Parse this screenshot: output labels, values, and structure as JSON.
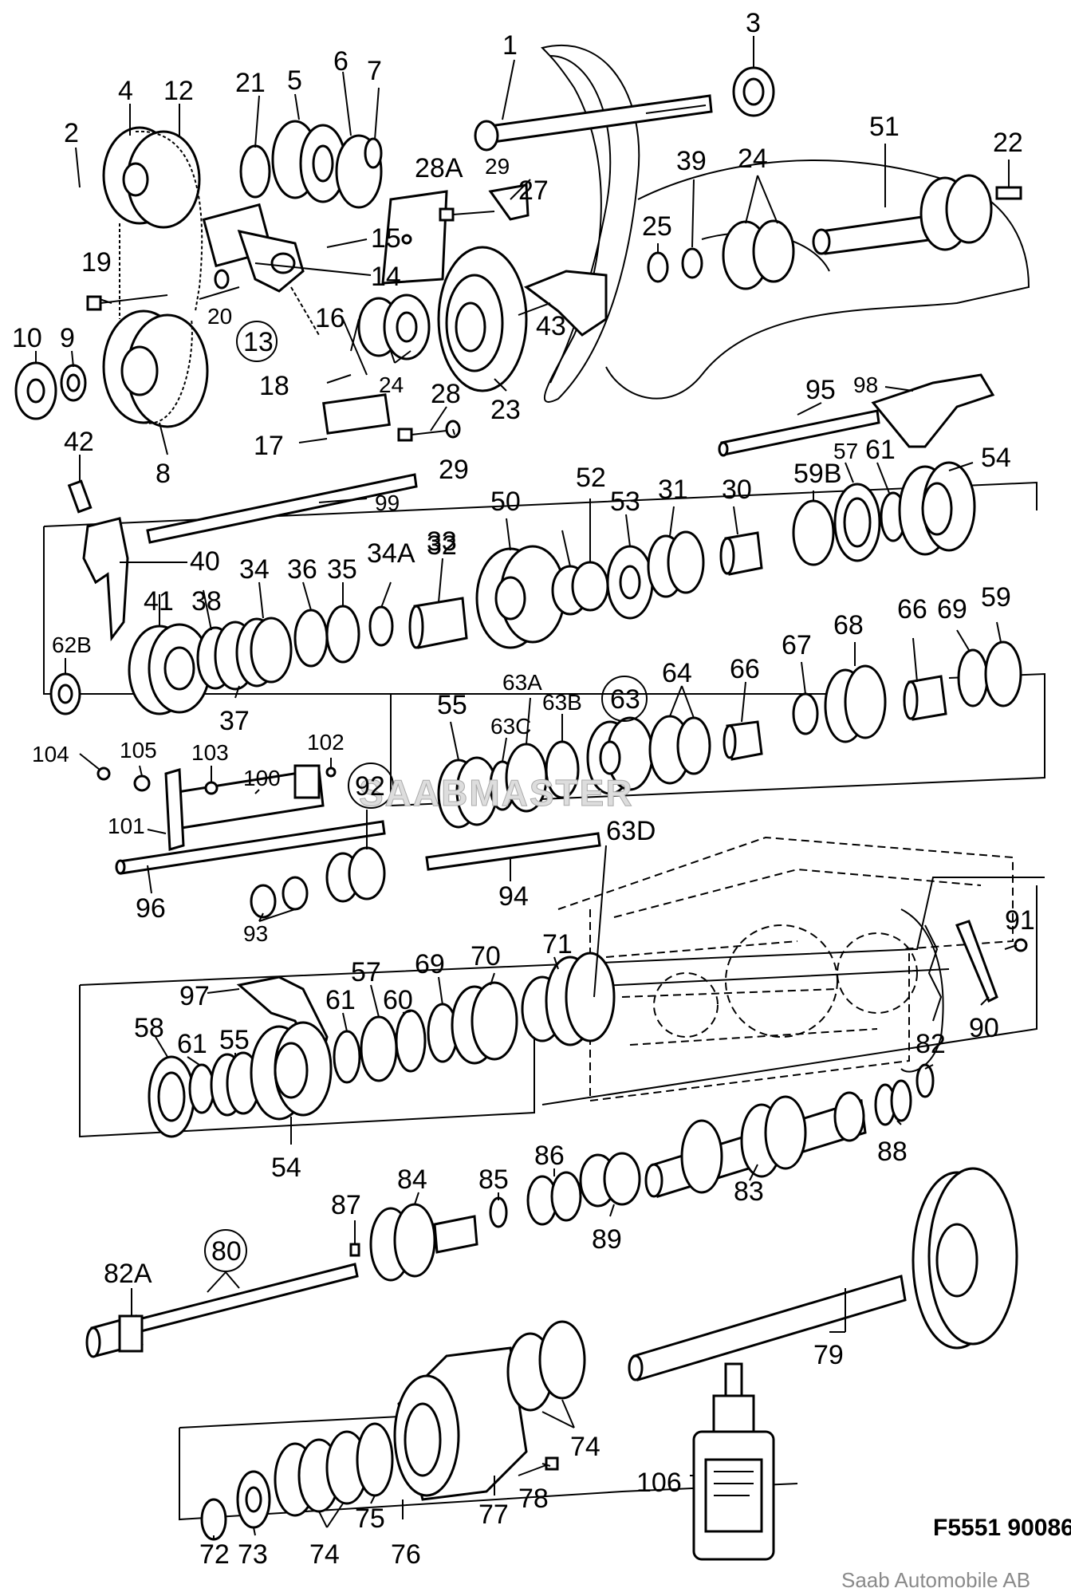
{
  "figure_code": "F5551 90086",
  "copyright": "Saab Automobile AB",
  "watermark": "SAABMASTER",
  "part_labels": {
    "p1": "1",
    "p2": "2",
    "p3": "3",
    "p4": "4",
    "p5": "5",
    "p6": "6",
    "p7": "7",
    "p8": "8",
    "p9": "9",
    "p10": "10",
    "p12": "12",
    "p13": "13",
    "p14": "14",
    "p15": "15",
    "p16": "16",
    "p17": "17",
    "p18": "18",
    "p19": "19",
    "p20": "20",
    "p21": "21",
    "p22": "22",
    "p23": "23",
    "p24a": "24",
    "p24b": "24",
    "p25": "25",
    "p27": "27",
    "p28": "28",
    "p28a": "28A",
    "p29a": "29",
    "p29b": "29",
    "p30": "30",
    "p31": "31",
    "p32": "32",
    "p33": "33",
    "p34": "34",
    "p34a": "34A",
    "p35": "35",
    "p36": "36",
    "p37": "37",
    "p38": "38",
    "p39": "39",
    "p40": "40",
    "p41": "41",
    "p42": "42",
    "p43": "43",
    "p50": "50",
    "p51": "51",
    "p52": "52",
    "p53": "53",
    "p54a": "54",
    "p54b": "54",
    "p55a": "55",
    "p55b": "55",
    "p57a": "57",
    "p57b": "57",
    "p58": "58",
    "p59": "59",
    "p59b": "59B",
    "p60": "60",
    "p61a": "61",
    "p61b": "61",
    "p61c": "61",
    "p62b": "62B",
    "p63": "63",
    "p63a": "63A",
    "p63b": "63B",
    "p63c": "63C",
    "p63d": "63D",
    "p64": "64",
    "p66a": "66",
    "p66b": "66",
    "p67": "67",
    "p68": "68",
    "p69a": "69",
    "p69b": "69",
    "p70": "70",
    "p71": "71",
    "p72": "72",
    "p73": "73",
    "p74a": "74",
    "p74b": "74",
    "p75": "75",
    "p76": "76",
    "p77": "77",
    "p78": "78",
    "p79": "79",
    "p80": "80",
    "p82": "82",
    "p82a": "82A",
    "p83": "83",
    "p84": "84",
    "p85": "85",
    "p86": "86",
    "p87": "87",
    "p88": "88",
    "p89": "89",
    "p90": "90",
    "p91": "91",
    "p92": "92",
    "p93": "93",
    "p94": "94",
    "p95": "95",
    "p96": "96",
    "p97": "97",
    "p98": "98",
    "p99": "99",
    "p100": "100",
    "p101": "101",
    "p102": "102",
    "p103": "103",
    "p104": "104",
    "p105": "105",
    "p106": "106"
  }
}
